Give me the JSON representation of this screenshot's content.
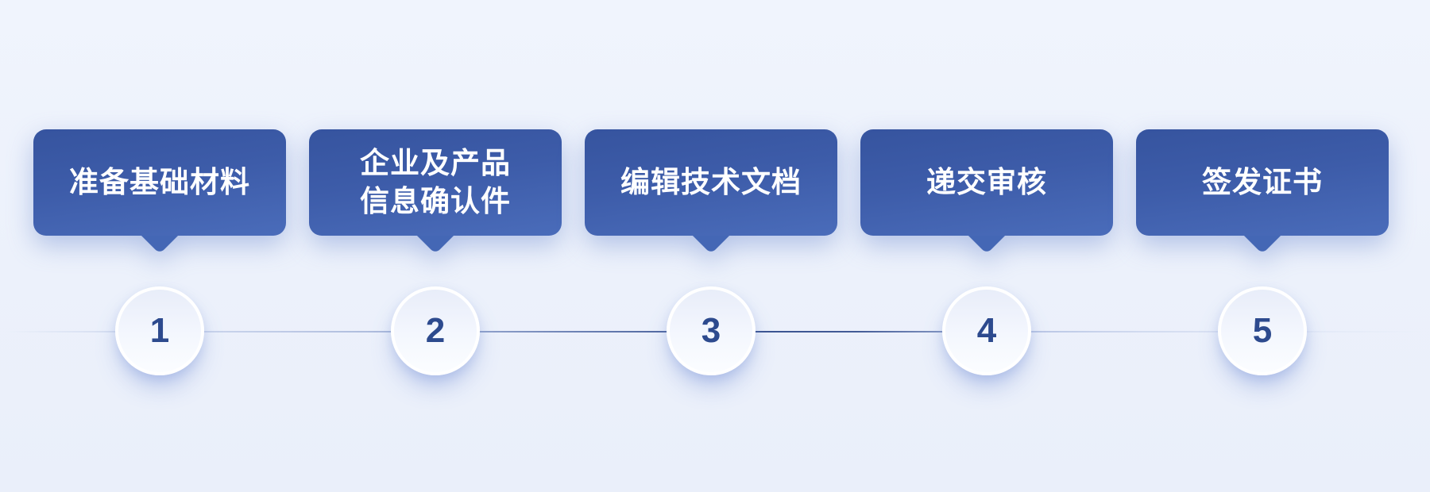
{
  "steps": [
    {
      "number": "1",
      "label": "准备基础材料"
    },
    {
      "number": "2",
      "label": "企业及产品\n信息确认件"
    },
    {
      "number": "3",
      "label": "编辑技术文档"
    },
    {
      "number": "4",
      "label": "递交审核"
    },
    {
      "number": "5",
      "label": "签发证书"
    }
  ],
  "colors": {
    "background": "#edf2fb",
    "bubble_gradient_top": "#36549f",
    "bubble_gradient_bottom": "#4a6cba",
    "bubble_text": "#ffffff",
    "step_number": "#2d4a8e",
    "circle_fill_top": "#e8edf9",
    "circle_border": "#ffffff",
    "connector_line_dark": "#304a8a"
  }
}
